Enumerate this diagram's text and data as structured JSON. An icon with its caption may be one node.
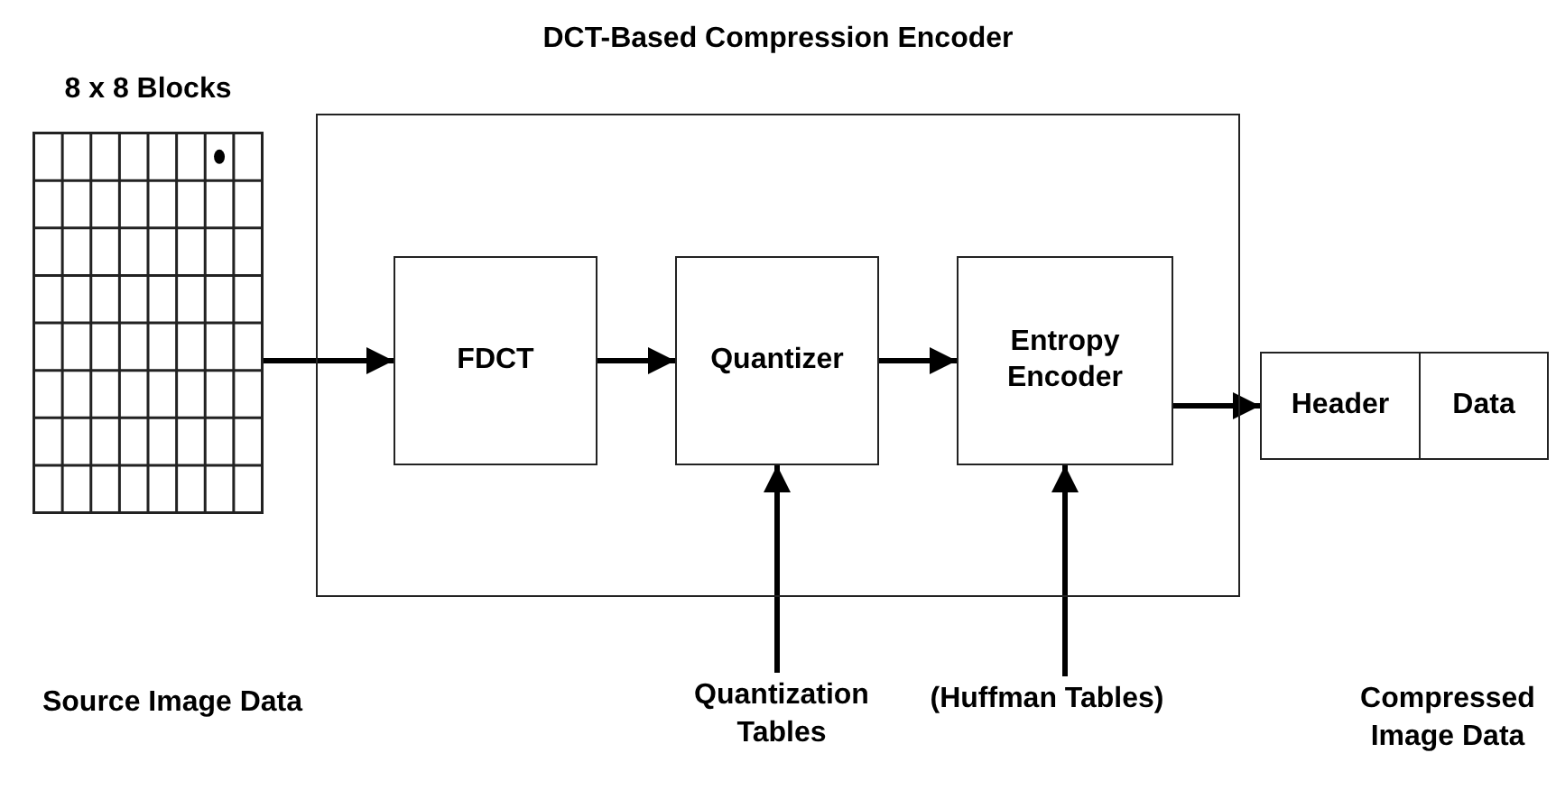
{
  "diagram": {
    "nodes": [
      {
        "text": [
          "DCT-Based Compression Encoder"
        ]
      },
      {
        "text": [
          "8 x 8 Blocks"
        ]
      },
      {
        "text": [
          "FDCT"
        ],
        "in": 0
      },
      {
        "text": [
          "Quantizer"
        ],
        "in": 0
      },
      {
        "text": [
          "Entropy Encoder"
        ],
        "in": 0
      },
      {
        "text": [
          "Header"
        ]
      },
      {
        "text": [
          "Data"
        ]
      },
      {
        "text": [
          "Quantization Tables"
        ]
      },
      {
        "text": [
          "(Huffman Tables)"
        ]
      }
    ],
    "edges": [
      {
        "from": 1,
        "to": 2,
        "arrow": "to"
      },
      {
        "from": 2,
        "to": 3,
        "arrow": "to"
      },
      {
        "from": 3,
        "to": 4,
        "arrow": "to"
      },
      {
        "from": 4,
        "to": 5,
        "arrow": "to"
      },
      {
        "from": 7,
        "to": 3,
        "arrow": "to"
      },
      {
        "from": 8,
        "to": 4,
        "arrow": "to"
      }
    ],
    "labels": [
      "Source Image Data",
      "Compressed Image Data"
    ]
  }
}
